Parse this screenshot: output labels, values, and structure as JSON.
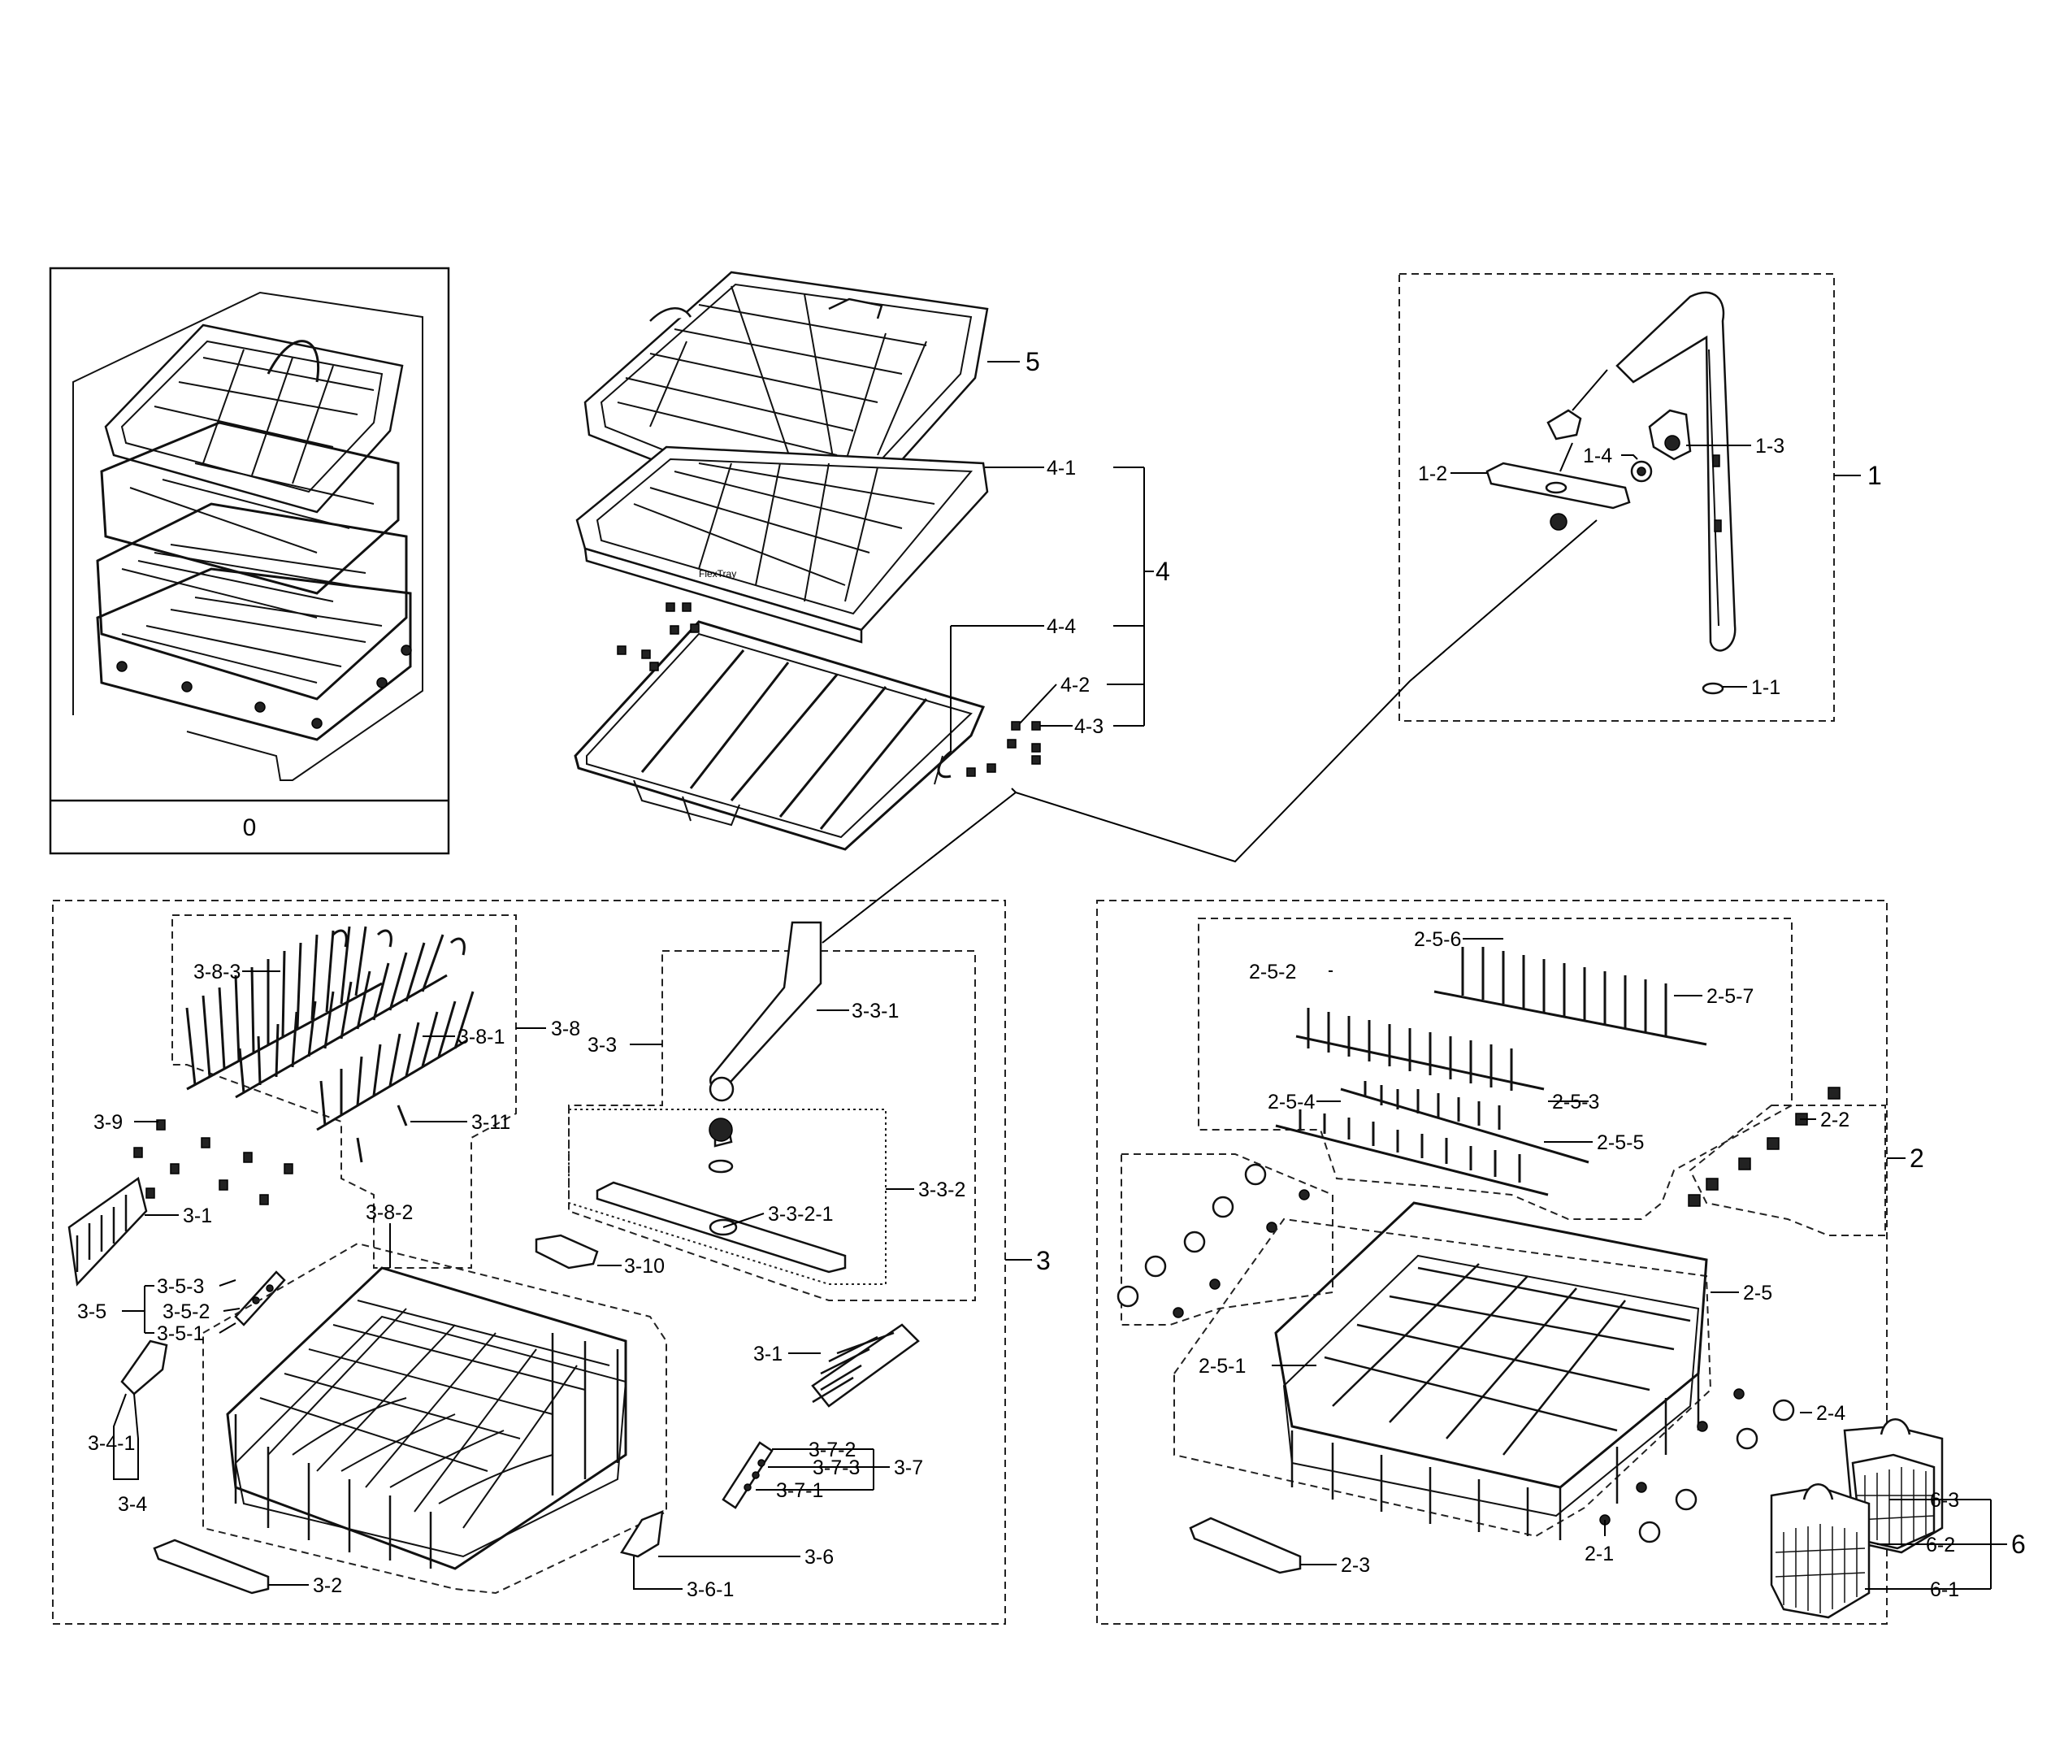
{
  "assembly_box": {
    "label": "0"
  },
  "labels": {
    "l1": "1",
    "l1_1": "1-1",
    "l1_2": "1-2",
    "l1_3": "1-3",
    "l1_4": "1-4",
    "l2": "2",
    "l2_1": "2-1",
    "l2_2": "2-2",
    "l2_3": "2-3",
    "l2_4": "2-4",
    "l2_5": "2-5",
    "l2_5_1": "2-5-1",
    "l2_5_2": "2-5-2",
    "l2_5_3": "2-5-3",
    "l2_5_4": "2-5-4",
    "l2_5_5": "2-5-5",
    "l2_5_6": "2-5-6",
    "l2_5_7": "2-5-7",
    "l3": "3",
    "l3_1a": "3-1",
    "l3_1b": "3-1",
    "l3_2": "3-2",
    "l3_3": "3-3",
    "l3_3_1": "3-3-1",
    "l3_3_2": "3-3-2",
    "l3_3_2_1": "3-3-2-1",
    "l3_4": "3-4",
    "l3_4_1": "3-4-1",
    "l3_5": "3-5",
    "l3_5_1": "3-5-1",
    "l3_5_2": "3-5-2",
    "l3_5_3": "3-5-3",
    "l3_6": "3-6",
    "l3_6_1": "3-6-1",
    "l3_7": "3-7",
    "l3_7_1": "3-7-1",
    "l3_7_2": "3-7-2",
    "l3_7_3": "3-7-3",
    "l3_8": "3-8",
    "l3_8_1": "3-8-1",
    "l3_8_2": "3-8-2",
    "l3_8_3": "3-8-3",
    "l3_9": "3-9",
    "l3_10": "3-10",
    "l3_11": "3-11",
    "l4": "4",
    "l4_1": "4-1",
    "l4_2": "4-2",
    "l4_3": "4-3",
    "l4_4": "4-4",
    "l5": "5",
    "l6": "6",
    "l6_1": "6-1",
    "l6_2": "6-2",
    "l6_3": "6-3"
  }
}
